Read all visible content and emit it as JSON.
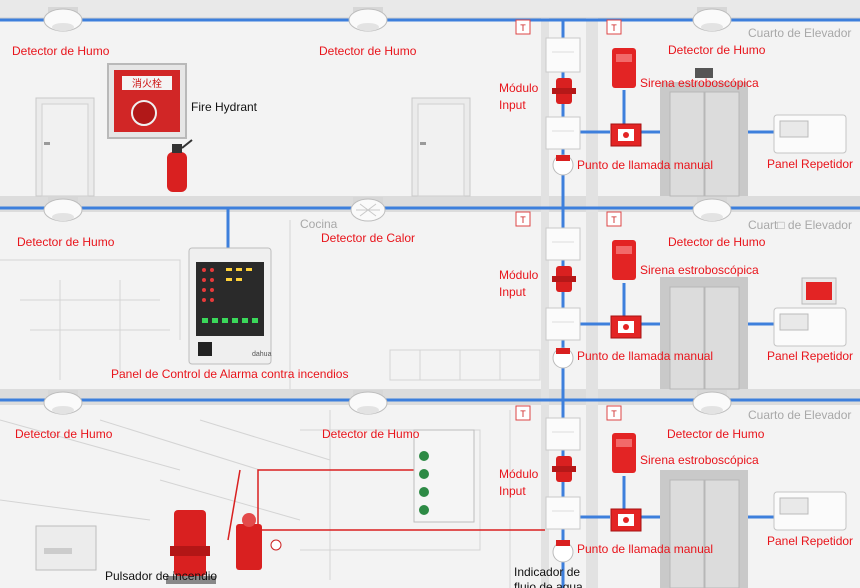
{
  "labels": {
    "smoke_detector": "Detector de Humo",
    "heat_detector": "Detector de Calor",
    "input_module": "Módulo\nInput",
    "strobe_siren": "Sirena estroboscópica",
    "manual_call_point": "Punto de llamada manual",
    "repeater_panel": "Panel Repetidor",
    "fire_alarm_panel": "Panel de Control de Alarma contra incendios",
    "fire_hydrant": "Fire Hydrant",
    "fire_pump_button": "Pulsador de incendio",
    "water_flow_indicator": "Indicador de\nflujo de agua",
    "kitchen": "Cocina",
    "elevator_room_1": "Cuarto de Elevador",
    "elevator_room_2": "Cuart□ de Elevador",
    "elevator_room_3": "Cuarto de Elevador"
  },
  "hydrant_sign": "消火栓",
  "panel_brand": "dahua",
  "colors": {
    "label_red": "#e8141b",
    "wire_blue": "#3d7fdc",
    "floor_slab": "#d9d9d9",
    "pipe_red": "#d92020"
  }
}
